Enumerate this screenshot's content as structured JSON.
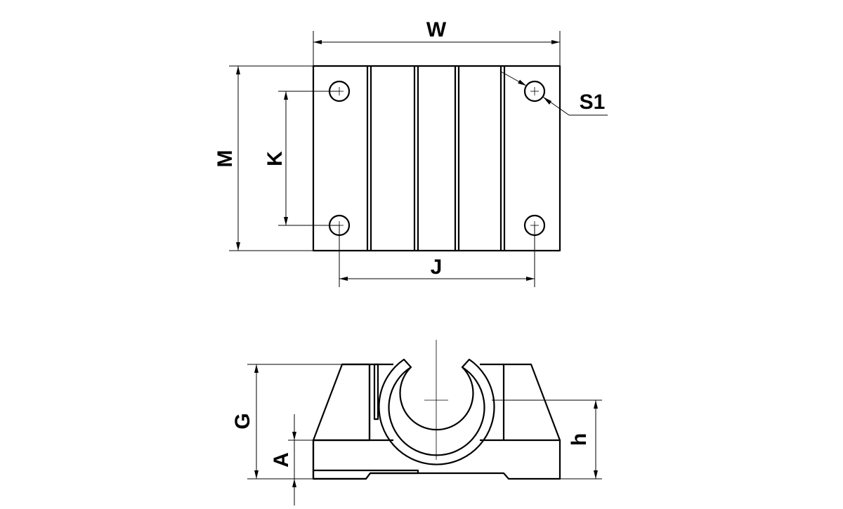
{
  "labels": {
    "W": "W",
    "M": "M",
    "K": "K",
    "J": "J",
    "S1": "S1",
    "G": "G",
    "A": "A",
    "h": "h"
  },
  "colors": {
    "line": "#000000",
    "background": "#ffffff"
  }
}
